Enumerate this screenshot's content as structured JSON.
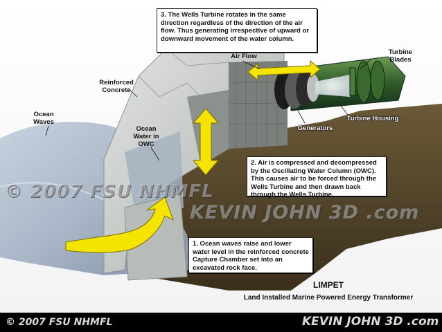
{
  "labels": {
    "air_flow": "Air Flow",
    "turbine_blades": "Turbine\nBlades",
    "reinforced_concrete": "Reinforced\nConcrete",
    "ocean_waves": "Ocean\nWaves",
    "ocean_water_owc": "Ocean\nWater in\nOWC",
    "generators": "Generators",
    "turbine_housing": "Turbine Housing"
  },
  "notes": {
    "step3": "3. The Wells Turbine rotates in the same direction regardless of the direction of the air flow. Thus generating irrespective of upward or downward movement of the water column.",
    "step2": "2. Air is compressed and decompressed by the Oscillating Water Column (OWC). This causes air to be forced through the Wells Turbine and then drawn back through the Wells Turbine.",
    "step1": "1. Ocean waves raise and lower water level in the reinforced concrete Capture Chamber set into an excavated rock face."
  },
  "title": {
    "main": "LIMPET",
    "sub": "Land Installed Marine Powered Energy Transformer"
  },
  "watermarks": {
    "center_left": "© 2007 FSU NHMFL",
    "center_right": "KEVIN JOHN 3D .com",
    "footer_left": "© 2007 FSU NHMFL",
    "footer_right": "KEVIN JOHN 3D .com"
  },
  "colors": {
    "arrow": "#f5e400",
    "concrete": "#c9cdcb",
    "water": "#9fb0c3",
    "rock": "#5a4a2e",
    "turbine": "#2f5a2a"
  }
}
